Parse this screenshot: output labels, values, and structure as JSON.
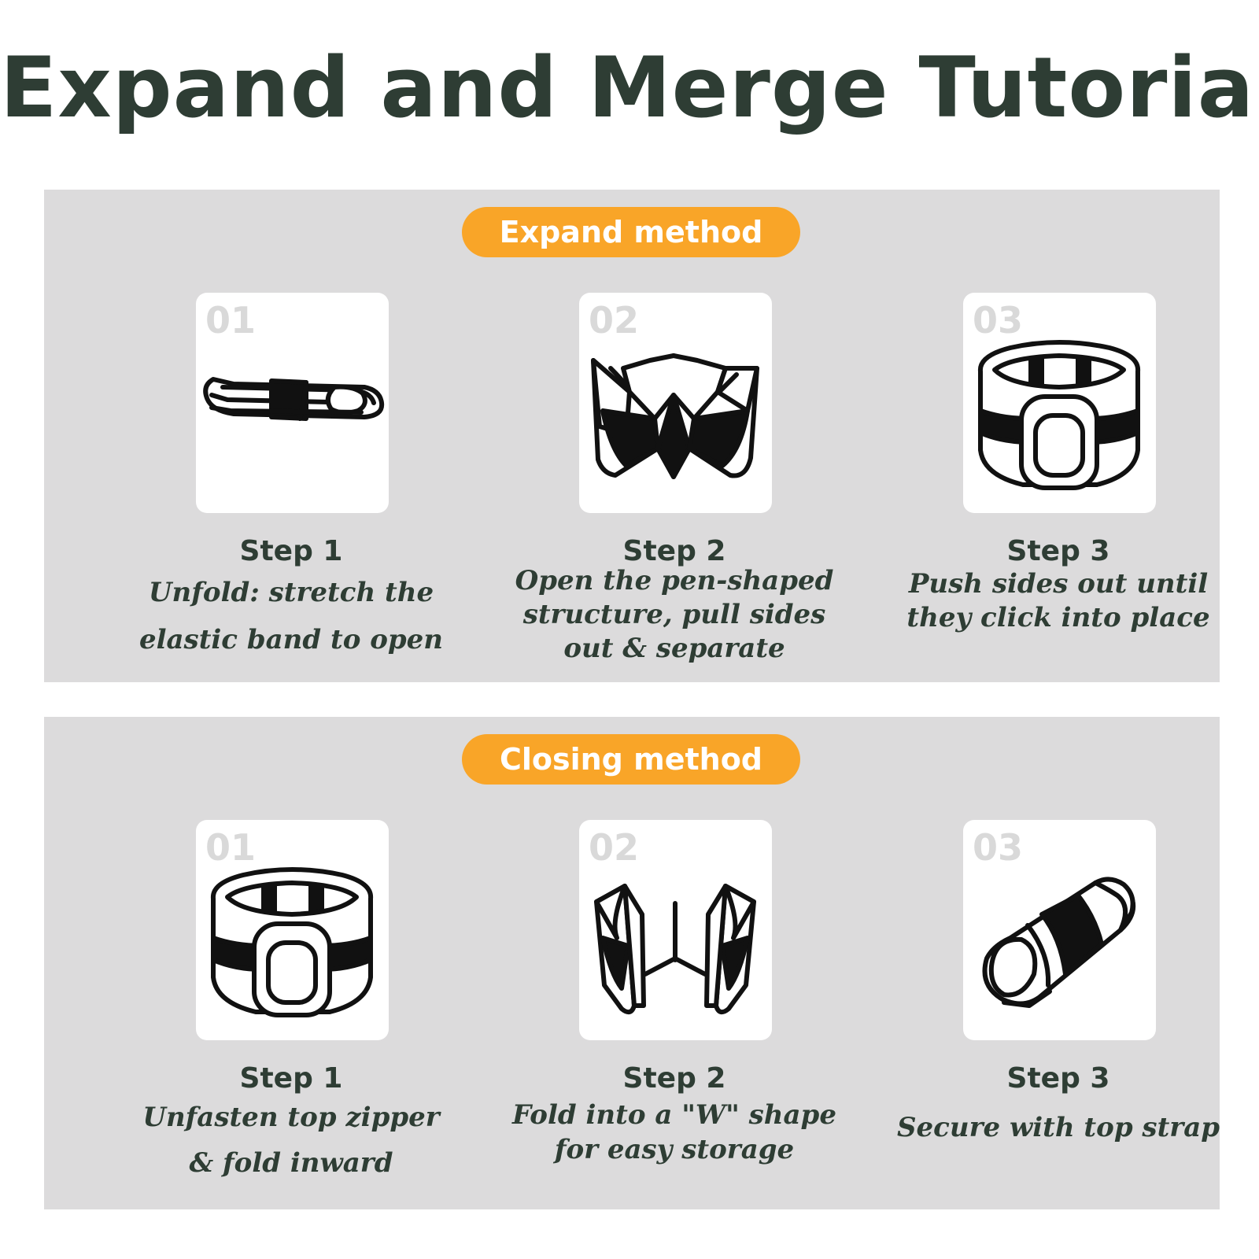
{
  "title": "Expand and Merge Tutorial",
  "sections": [
    {
      "label": "Expand method",
      "steps": [
        {
          "num": "01",
          "step": "Step 1",
          "lines": [
            "Unfold: stretch the",
            "elastic band to open"
          ],
          "icon": "folded-pad-icon"
        },
        {
          "num": "02",
          "step": "Step 2",
          "lines": [
            "Open the pen-shaped",
            "structure, pull sides",
            "out & separate"
          ],
          "icon": "w-shape-icon"
        },
        {
          "num": "03",
          "step": "Step 3",
          "lines": [
            "Push sides out until",
            "they click into place"
          ],
          "icon": "round-bed-icon"
        }
      ]
    },
    {
      "label": "Closing method",
      "steps": [
        {
          "num": "01",
          "step": "Step 1",
          "lines": [
            "Unfasten top zipper",
            "& fold inward"
          ],
          "icon": "round-bed-icon"
        },
        {
          "num": "02",
          "step": "Step 2",
          "lines": [
            "Fold into a \"W\" shape",
            "for easy storage"
          ],
          "icon": "folded-panels-icon"
        },
        {
          "num": "03",
          "step": "Step 3",
          "lines": [
            "Secure with top strap"
          ],
          "icon": "strapped-roll-icon"
        }
      ]
    }
  ],
  "colors": {
    "title": "#2e3d34",
    "pill": "#f9a528",
    "panel": "#dcdbdc",
    "number": "#d9d9d9"
  }
}
